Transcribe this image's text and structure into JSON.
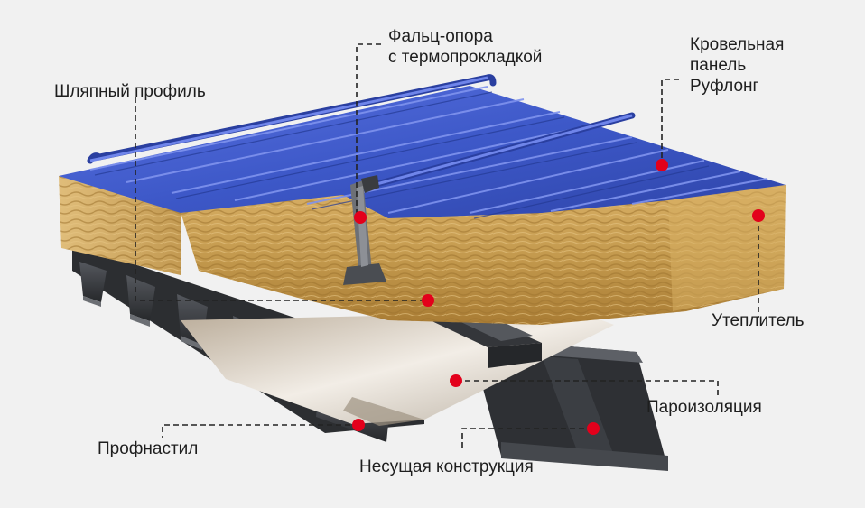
{
  "labels": {
    "seam_support_line1": "Фальц-опора",
    "seam_support_line2": "с термопрокладкой",
    "roof_panel_line1": "Кровельная",
    "roof_panel_line2": "панель",
    "roof_panel_line3": "Руфлонг",
    "hat_profile": "Шляпный профиль",
    "insulation": "Утеплитель",
    "vapor_barrier": "Пароизоляция",
    "profiled_deck": "Профнастил",
    "load_bearing": "Несущая конструкция"
  },
  "colors": {
    "panel_blue": "#3d58c8",
    "insulation_wool": "#c49a4e",
    "steel_dark": "#3a3c40",
    "foil": "#cfc6b8",
    "marker_red": "#e3001b",
    "leader_line": "#222222"
  }
}
